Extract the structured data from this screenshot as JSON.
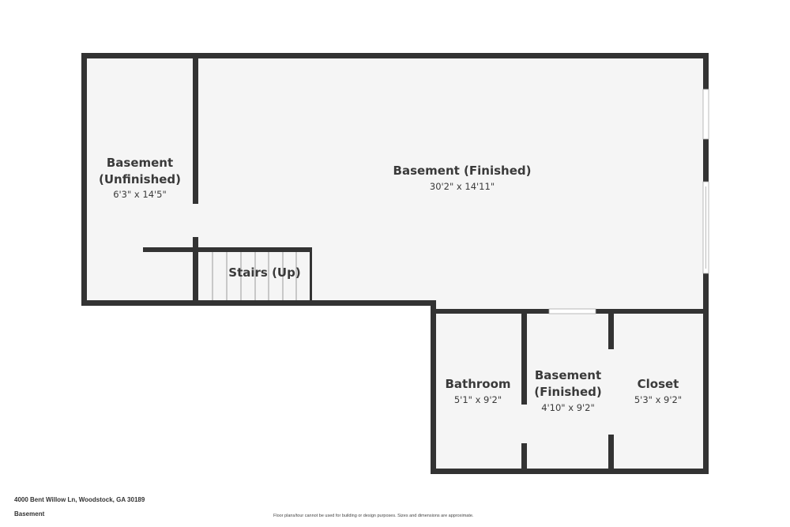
{
  "rooms": [
    {
      "name_lines": [
        "Basement",
        "(Unfinished)"
      ],
      "dims": "6'3\" x 14'5\""
    },
    {
      "name_lines": [
        "Basement (Finished)"
      ],
      "dims": "30'2\" x 14'11\""
    },
    {
      "name_lines": [
        "Stairs (Up)"
      ],
      "dims": ""
    },
    {
      "name_lines": [
        "Bathroom"
      ],
      "dims": "5'1\" x 9'2\""
    },
    {
      "name_lines": [
        "Basement",
        "(Finished)"
      ],
      "dims": "4'10\" x 9'2\""
    },
    {
      "name_lines": [
        "Closet"
      ],
      "dims": "5'3\" x 9'2\""
    }
  ],
  "footer": {
    "address": "4000 Bent Willow Ln, Woodstock, GA 30189",
    "floor": "Basement",
    "disclaimer": "Floor plans/tour cannot be used for building or design purposes. Sizes and dimensions are approximate."
  },
  "colors": {
    "wall": "#333333",
    "floor": "#f5f5f5",
    "text": "#3a3a3a"
  }
}
